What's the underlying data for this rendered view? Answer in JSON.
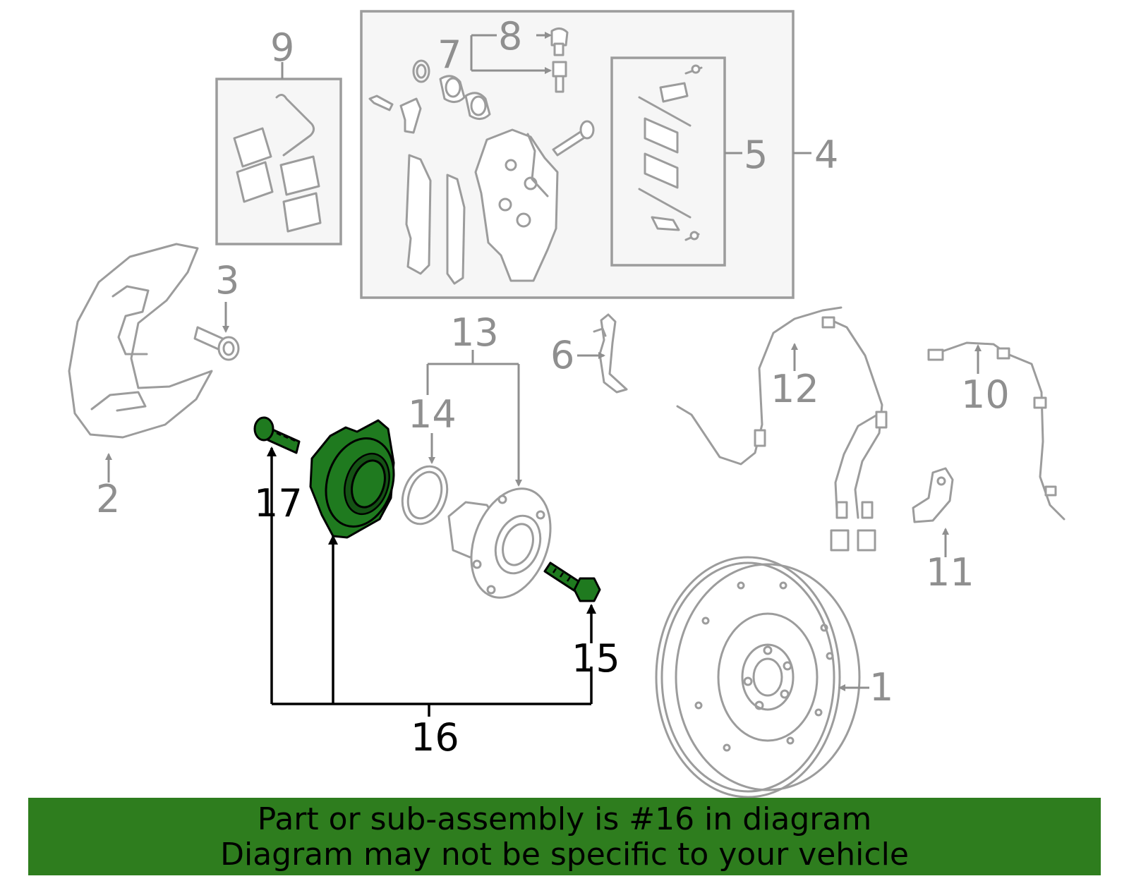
{
  "callouts": {
    "c1": "1",
    "c2": "2",
    "c3": "3",
    "c4": "4",
    "c5": "5",
    "c6": "6",
    "c7": "7",
    "c8": "8",
    "c9": "9",
    "c10": "10",
    "c11": "11",
    "c12": "12",
    "c13": "13",
    "c14": "14",
    "c15": "15",
    "c16": "16",
    "c17": "17"
  },
  "highlight_color": "#1f7a1f",
  "banner": {
    "color": "#2e7d1e",
    "line1": "Part or sub-assembly is #16 in diagram",
    "line2": "Diagram may not be specific to your vehicle"
  }
}
